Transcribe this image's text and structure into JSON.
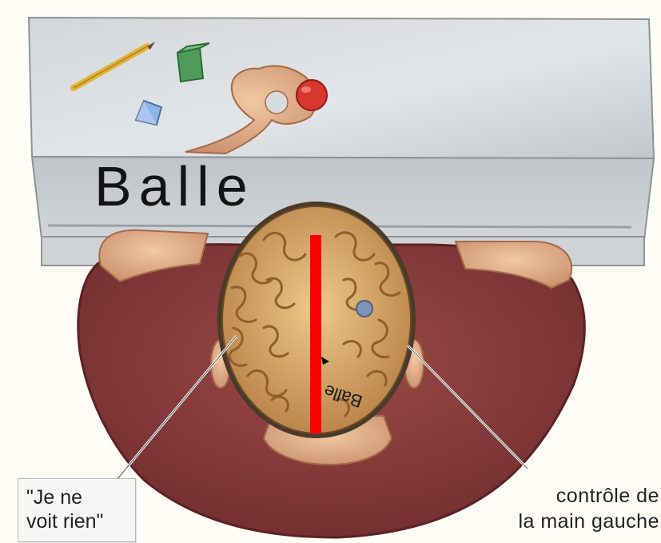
{
  "screen": {
    "word": "Balle"
  },
  "brain": {
    "mirrored_word": "Balle"
  },
  "captions": {
    "speech_line1": "\"Je ne",
    "speech_line2": "voit rien\"",
    "control_line1": "contrôle de",
    "control_line2": "la main gauche"
  },
  "colors": {
    "divider": "#ff0000",
    "shirt": "#8a3c3c",
    "brain": "#d8a96a",
    "screen": "#c9ced3",
    "ball": "#d8372d"
  }
}
